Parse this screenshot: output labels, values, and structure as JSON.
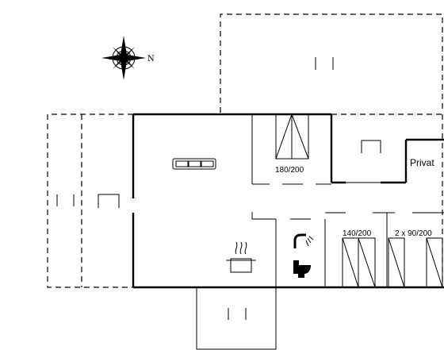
{
  "compass": {
    "north_label": "N",
    "icon": "compass-rose-icon"
  },
  "rooms": {
    "bedroom_1": {
      "bed_label": "180/200"
    },
    "bedroom_2": {
      "bed_label": "140/200"
    },
    "bedroom_3": {
      "bed_label": "2 x 90/200"
    },
    "private_room": {
      "label": "Privat"
    }
  },
  "icons": [
    "sofa-icon",
    "kitchen-pot-icon",
    "shower-icon",
    "toilet-icon",
    "bed-icon"
  ]
}
